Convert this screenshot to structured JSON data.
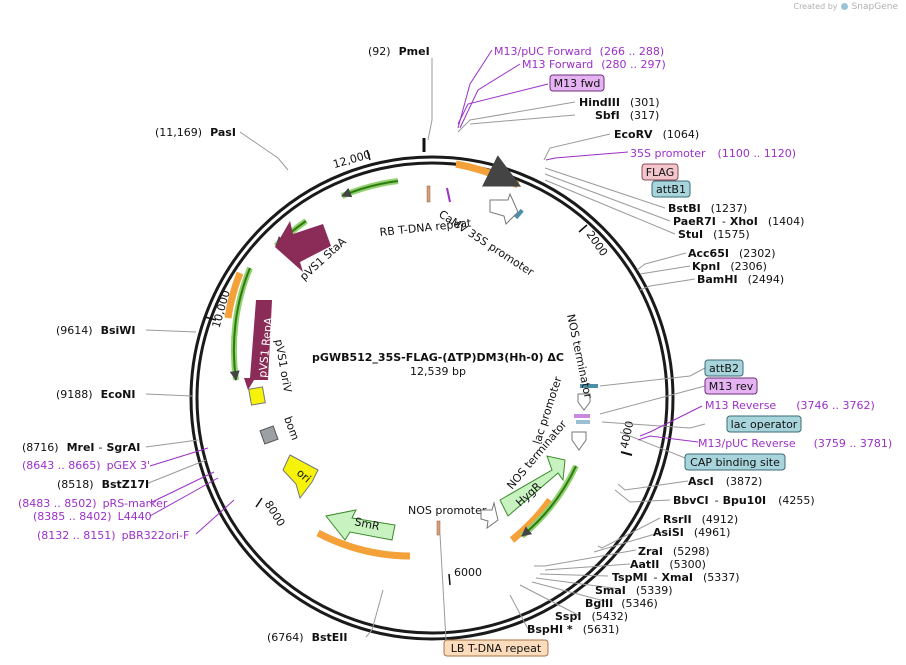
{
  "watermark": {
    "prefix": "Created by",
    "brand": "SnapGene"
  },
  "plasmid": {
    "name": "pGWB512_35S-FLAG-(ΔTP)DM3(Hh-0) ΔC",
    "size_label": "12,539 bp"
  },
  "ticks": [
    "2000",
    "4000",
    "6000",
    "8000",
    "10,000",
    "12,000"
  ],
  "labels_left": [
    {
      "name": "PmeI",
      "pos": "(92)"
    },
    {
      "name": "PasI",
      "pos": "(11,169)"
    },
    {
      "name": "BsiWI",
      "pos": "(9614)"
    },
    {
      "name": "EcoNI",
      "pos": "(9188)"
    },
    {
      "name": "MreI",
      "name2": "SgrAI",
      "pos": "(8716)"
    },
    {
      "name": "BstZ17I",
      "pos": "(8518)"
    },
    {
      "name": "BstEII",
      "pos": "(6764)"
    }
  ],
  "primers_left": [
    {
      "name": "pGEX 3'",
      "pos": "(8643 .. 8665)"
    },
    {
      "name": "pRS-marker",
      "pos": "(8483 .. 8502)"
    },
    {
      "name": "L4440",
      "pos": "(8385 .. 8402)"
    },
    {
      "name": "pBR322ori-F",
      "pos": "(8132 .. 8151)"
    }
  ],
  "labels_right_top": [
    {
      "name": "M13/pUC Forward",
      "pos": "(266 .. 288)",
      "kind": "primer"
    },
    {
      "name": "M13 Forward",
      "pos": "(280 .. 297)",
      "kind": "primer"
    },
    {
      "name": "M13 fwd",
      "kind": "box"
    },
    {
      "name": "HindIII",
      "pos": "(301)"
    },
    {
      "name": "SbfI",
      "pos": "(317)"
    },
    {
      "name": "EcoRV",
      "pos": "(1064)"
    },
    {
      "name": "35S promoter",
      "pos": "(1100 .. 1120)",
      "kind": "primer"
    },
    {
      "name": "FLAG",
      "kind": "box"
    },
    {
      "name": "attB1",
      "kind": "box"
    },
    {
      "name": "BstBI",
      "pos": "(1237)"
    },
    {
      "name": "PaeR7I",
      "name2": "XhoI",
      "pos": "(1404)"
    },
    {
      "name": "StuI",
      "pos": "(1575)"
    },
    {
      "name": "Acc65I",
      "pos": "(2302)"
    },
    {
      "name": "KpnI",
      "pos": "(2306)"
    },
    {
      "name": "BamHI",
      "pos": "(2494)"
    }
  ],
  "labels_right_mid": [
    {
      "name": "attB2",
      "kind": "box"
    },
    {
      "name": "M13 rev",
      "kind": "box"
    },
    {
      "name": "M13 Reverse",
      "pos": "(3746 .. 3762)",
      "kind": "primer"
    },
    {
      "name": "lac operator",
      "kind": "box"
    },
    {
      "name": "M13/pUC Reverse",
      "pos": "(3759 .. 3781)",
      "kind": "primer"
    },
    {
      "name": "CAP binding site",
      "kind": "box"
    },
    {
      "name": "AscI",
      "pos": "(3872)"
    },
    {
      "name": "BbvCI",
      "name2": "Bpu10I",
      "pos": "(4255)"
    }
  ],
  "labels_right_bottom": [
    {
      "name": "RsrII",
      "pos": "(4912)"
    },
    {
      "name": "AsiSI",
      "pos": "(4961)"
    },
    {
      "name": "ZraI",
      "pos": "(5298)"
    },
    {
      "name": "AatII",
      "pos": "(5300)"
    },
    {
      "name": "TspMI",
      "name2": "XmaI",
      "pos": "(5337)"
    },
    {
      "name": "SmaI",
      "pos": "(5339)"
    },
    {
      "name": "BglII",
      "pos": "(5346)"
    },
    {
      "name": "SspI",
      "pos": "(5432)"
    },
    {
      "name": "BspHI *",
      "pos": "(5631)"
    }
  ],
  "bottom_box": "LB T-DNA repeat",
  "features": {
    "camv": "CaMV 35S promoter",
    "rb": "RB T-DNA repeat",
    "stab": "pVS1 StaA",
    "repa": "pVS1 RepA",
    "oriv": "pVS1 oriV",
    "bom": "bom",
    "ori": "ori",
    "smr": "SmR",
    "nosp": "NOS promoter",
    "hygr": "HygR",
    "nost": "NOS terminator",
    "lacp": "lac promoter",
    "nost2": "NOS terminator"
  },
  "colors": {
    "primer": "#9b30c8",
    "box_primer": "#e6b3f2",
    "box_cyan": "#a8d5dc",
    "box_pink": "#f2c6cc",
    "box_peach": "#fbdcbc",
    "orange": "#f4a13a",
    "green": "#4fa31c",
    "maroon": "#8b2b57",
    "yellow": "#f6f20a",
    "light_green": "#c8f2c0"
  }
}
